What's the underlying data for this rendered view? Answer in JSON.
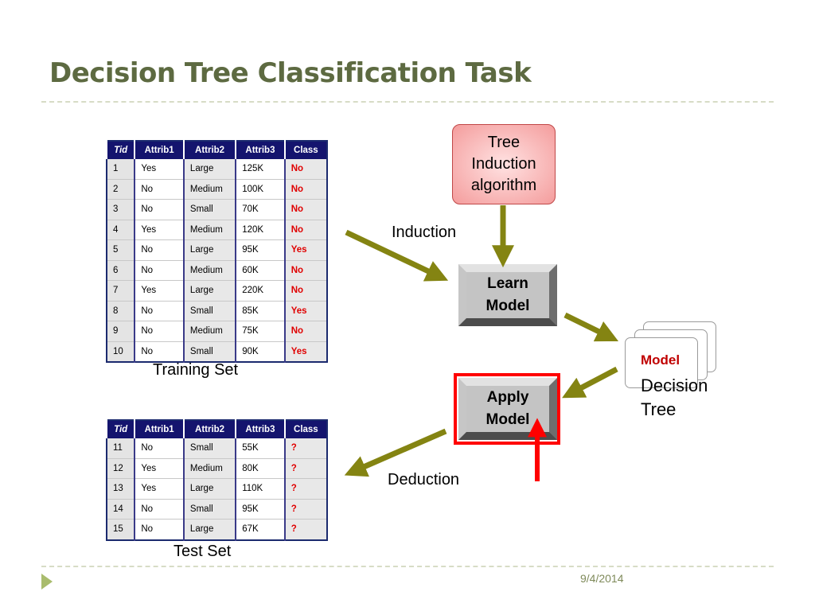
{
  "title": "Decision Tree Classification Task",
  "colors": {
    "title": "#5d6a41",
    "arrow": "#848412",
    "highlight": "#ff0000",
    "table_header": "#14146e",
    "class_text": "#e00000"
  },
  "training_table": {
    "headers": [
      "Tid",
      "Attrib1",
      "Attrib2",
      "Attrib3",
      "Class"
    ],
    "rows": [
      [
        "1",
        "Yes",
        "Large",
        "125K",
        "No"
      ],
      [
        "2",
        "No",
        "Medium",
        "100K",
        "No"
      ],
      [
        "3",
        "No",
        "Small",
        "70K",
        "No"
      ],
      [
        "4",
        "Yes",
        "Medium",
        "120K",
        "No"
      ],
      [
        "5",
        "No",
        "Large",
        "95K",
        "Yes"
      ],
      [
        "6",
        "No",
        "Medium",
        "60K",
        "No"
      ],
      [
        "7",
        "Yes",
        "Large",
        "220K",
        "No"
      ],
      [
        "8",
        "No",
        "Small",
        "85K",
        "Yes"
      ],
      [
        "9",
        "No",
        "Medium",
        "75K",
        "No"
      ],
      [
        "10",
        "No",
        "Small",
        "90K",
        "Yes"
      ]
    ],
    "caption": "Training Set"
  },
  "test_table": {
    "headers": [
      "Tid",
      "Attrib1",
      "Attrib2",
      "Attrib3",
      "Class"
    ],
    "rows": [
      [
        "11",
        "No",
        "Small",
        "55K",
        "?"
      ],
      [
        "12",
        "Yes",
        "Medium",
        "80K",
        "?"
      ],
      [
        "13",
        "Yes",
        "Large",
        "110K",
        "?"
      ],
      [
        "14",
        "No",
        "Small",
        "95K",
        "?"
      ],
      [
        "15",
        "No",
        "Large",
        "67K",
        "?"
      ]
    ],
    "caption": "Test Set"
  },
  "tree_induction": {
    "line1": "Tree",
    "line2": "Induction",
    "line3": "algorithm"
  },
  "learn_model": {
    "line1": "Learn",
    "line2": "Model"
  },
  "apply_model": {
    "line1": "Apply",
    "line2": "Model"
  },
  "model": {
    "label": "Model",
    "name_line1": "Decision",
    "name_line2": "Tree"
  },
  "labels": {
    "induction": "Induction",
    "deduction": "Deduction"
  },
  "footer": {
    "date": "9/4/2014"
  }
}
